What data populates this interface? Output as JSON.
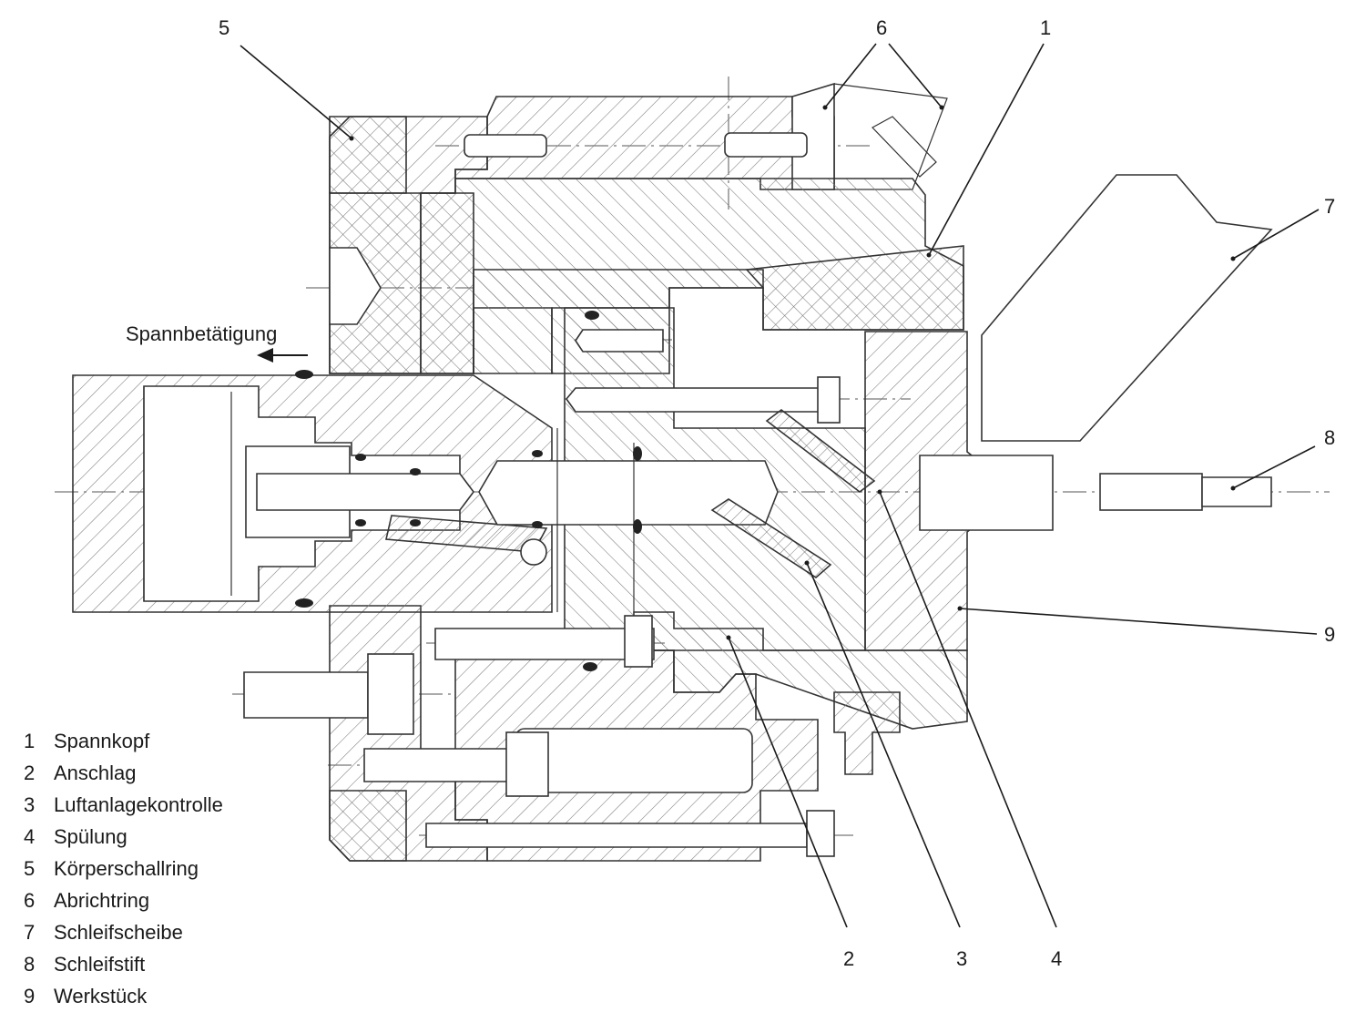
{
  "callouts": [
    {
      "number": "1"
    },
    {
      "number": "2"
    },
    {
      "number": "3"
    },
    {
      "number": "4"
    },
    {
      "number": "5"
    },
    {
      "number": "6"
    },
    {
      "number": "7"
    },
    {
      "number": "8"
    },
    {
      "number": "9"
    }
  ],
  "action_label": "Spannbetätigung",
  "legend": [
    {
      "number": "1",
      "text": "Spannkopf"
    },
    {
      "number": "2",
      "text": "Anschlag"
    },
    {
      "number": "3",
      "text": "Luftanlagekontrolle"
    },
    {
      "number": "4",
      "text": "Spülung"
    },
    {
      "number": "5",
      "text": "Körperschallring"
    },
    {
      "number": "6",
      "text": "Abrichtring"
    },
    {
      "number": "7",
      "text": "Schleifscheibe"
    },
    {
      "number": "8",
      "text": "Schleifstift"
    },
    {
      "number": "9",
      "text": "Werkstück"
    }
  ],
  "colors": {
    "line": "#333333",
    "hatch": "#7a7a7a",
    "seal": "#222222"
  }
}
